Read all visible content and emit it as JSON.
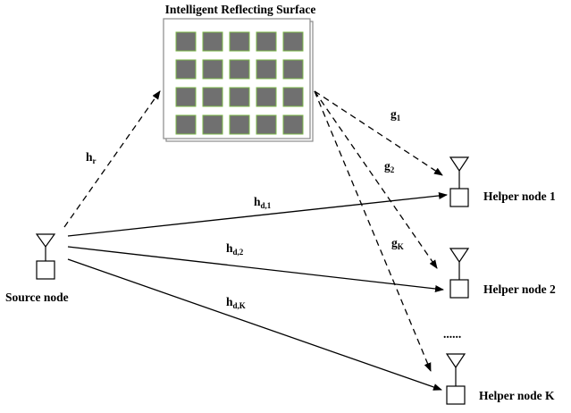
{
  "diagram": {
    "surface_title": "Intelligent Reflecting Surface",
    "source_label": "Source node",
    "helpers": [
      {
        "label": "Helper node 1"
      },
      {
        "label": "Helper node 2"
      },
      {
        "label": "Helper node K"
      }
    ],
    "ellipsis": "......",
    "links": {
      "hr": {
        "main": "h",
        "sub": "r"
      },
      "hd1": {
        "main": "h",
        "sub": "d,1"
      },
      "hd2": {
        "main": "h",
        "sub": "d,2"
      },
      "hdK": {
        "main": "h",
        "sub": "d,K"
      },
      "g1": {
        "main": "g",
        "sub": "1"
      },
      "g2": {
        "main": "g",
        "sub": "2"
      },
      "gK": {
        "main": "g",
        "sub": "K"
      }
    },
    "colors": {
      "element_fill": "#707070",
      "element_border": "#7db94a",
      "panel_border": "#8a8a8a"
    }
  }
}
